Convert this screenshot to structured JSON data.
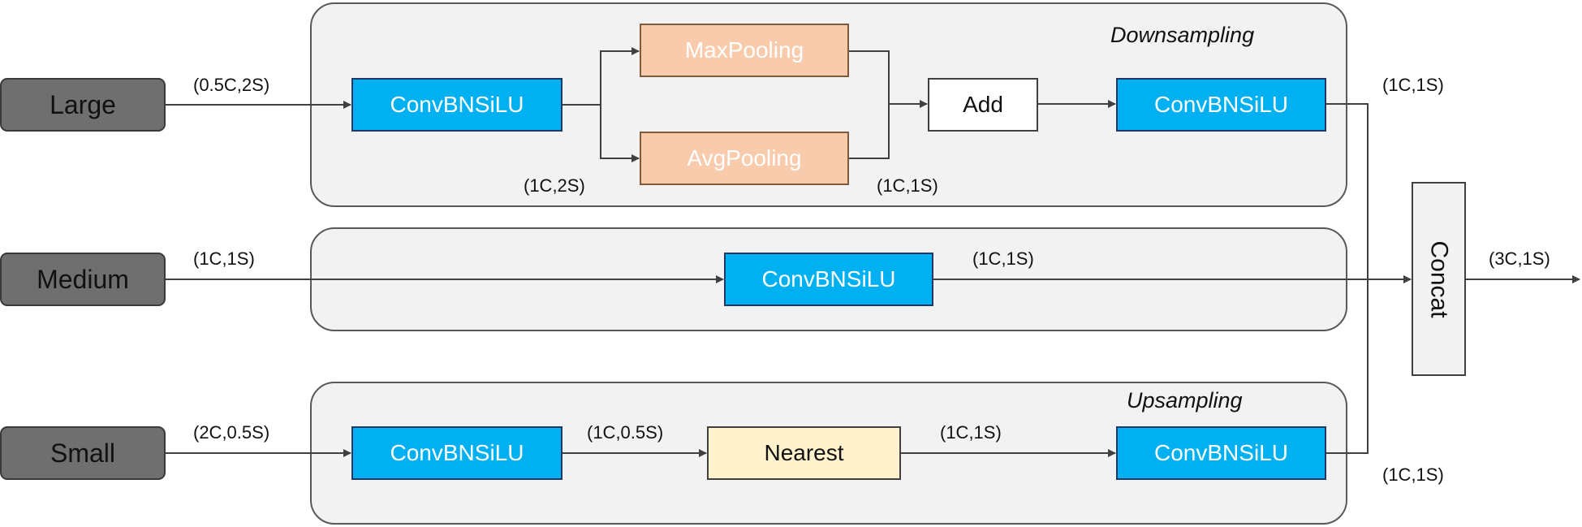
{
  "inputs": {
    "large": "Large",
    "medium": "Medium",
    "small": "Small"
  },
  "downsampling": {
    "title": "Downsampling",
    "conv_in": "ConvBNSiLU",
    "maxpool": "MaxPooling",
    "avgpool": "AvgPooling",
    "add": "Add",
    "conv_out": "ConvBNSiLU"
  },
  "medium_branch": {
    "conv": "ConvBNSiLU"
  },
  "upsampling": {
    "title": "Upsampling",
    "conv_in": "ConvBNSiLU",
    "nearest": "Nearest",
    "conv_out": "ConvBNSiLU"
  },
  "concat": "Concat",
  "dims": {
    "large_in": "(0.5C,2S)",
    "large_conv_out": "(1C,2S)",
    "pool_out": "(1C,1S)",
    "large_out": "(1C,1S)",
    "medium_in": "(1C,1S)",
    "medium_out": "(1C,1S)",
    "small_in": "(2C,0.5S)",
    "small_conv_out": "(1C,0.5S)",
    "nearest_out": "(1C,1S)",
    "small_out": "(1C,1S)",
    "concat_out": "(3C,1S)"
  },
  "colors": {
    "input_box": "#6f6f6f",
    "conv_box": "#00b0f0",
    "pool_box": "#f8cbad",
    "nearest_box": "#fff2cc",
    "group_bg": "#f2f2f2",
    "line": "#404040"
  }
}
